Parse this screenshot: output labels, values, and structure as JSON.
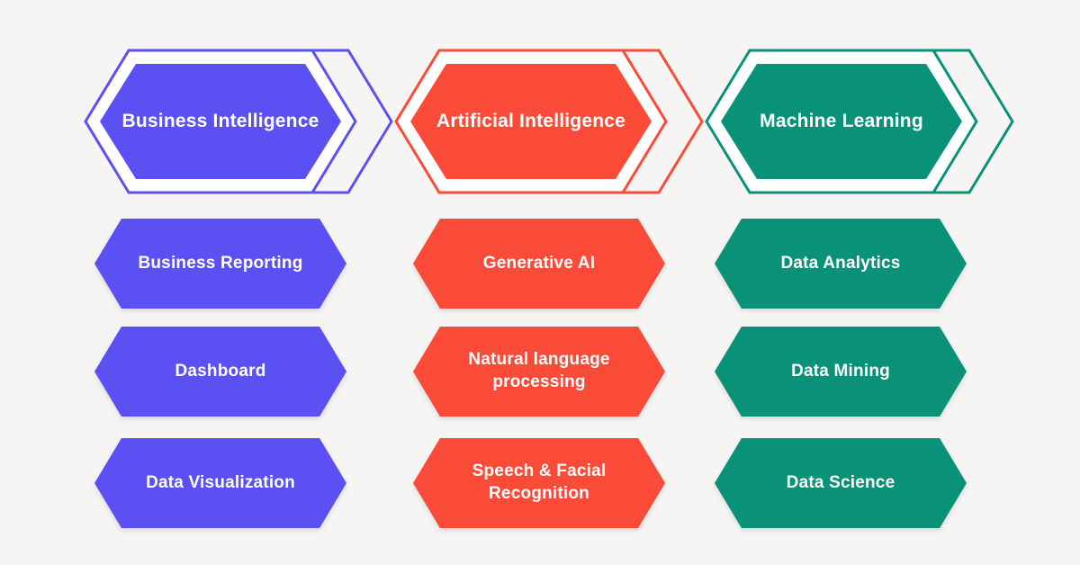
{
  "page": {
    "background": "#f6f5f4",
    "text_color": "#ffffff"
  },
  "columns": [
    {
      "header": "Business Intelligence",
      "color": "#5b50f2",
      "items": [
        "Business Reporting",
        "Dashboard",
        "Data Visualization"
      ]
    },
    {
      "header": "Artificial Intelligence",
      "color": "#f94b38",
      "items": [
        "Generative AI",
        "Natural language processing",
        "Speech & Facial Recognition"
      ]
    },
    {
      "header": "Machine Learning",
      "color": "#0a9278",
      "items": [
        "Data Analytics",
        "Data Mining",
        "Data Science"
      ]
    }
  ]
}
